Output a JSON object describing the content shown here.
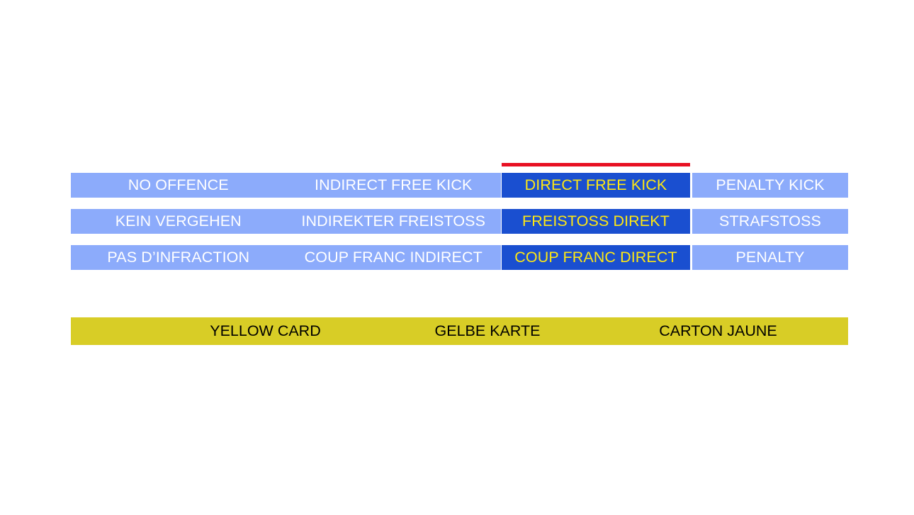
{
  "colors": {
    "light_blue": "#8cabfb",
    "highlight_blue": "#1a4fd0",
    "highlight_text_yellow": "#ffe812",
    "accent_red": "#e81123",
    "yellow_card": "#d8cd26",
    "cell_text": "#ffffff",
    "yellow_card_text": "#000000",
    "background": "#ffffff"
  },
  "sanction_scale": {
    "columns": [
      "no-offence",
      "indirect-free-kick",
      "direct-free-kick",
      "penalty-kick"
    ],
    "highlighted_column": "direct-free-kick",
    "rows": [
      {
        "language": "english",
        "no_offence": "NO OFFENCE",
        "indirect_free_kick": "INDIRECT FREE KICK",
        "direct_free_kick": "DIRECT FREE KICK",
        "penalty_kick": "PENALTY KICK"
      },
      {
        "language": "german",
        "no_offence": "KEIN VERGEHEN",
        "indirect_free_kick": "INDIREKTER FREISTOSS",
        "direct_free_kick": "FREISTOSS DIREKT",
        "penalty_kick": "STRAFSTOSS"
      },
      {
        "language": "french",
        "no_offence": "PAS D’INFRACTION",
        "indirect_free_kick": "COUP FRANC INDIRECT",
        "direct_free_kick": "COUP FRANC DIRECT",
        "penalty_kick": "PENALTY"
      }
    ]
  },
  "yellow_card": {
    "english": "YELLOW CARD",
    "german": "GELBE KARTE",
    "french": "CARTON JAUNE"
  }
}
